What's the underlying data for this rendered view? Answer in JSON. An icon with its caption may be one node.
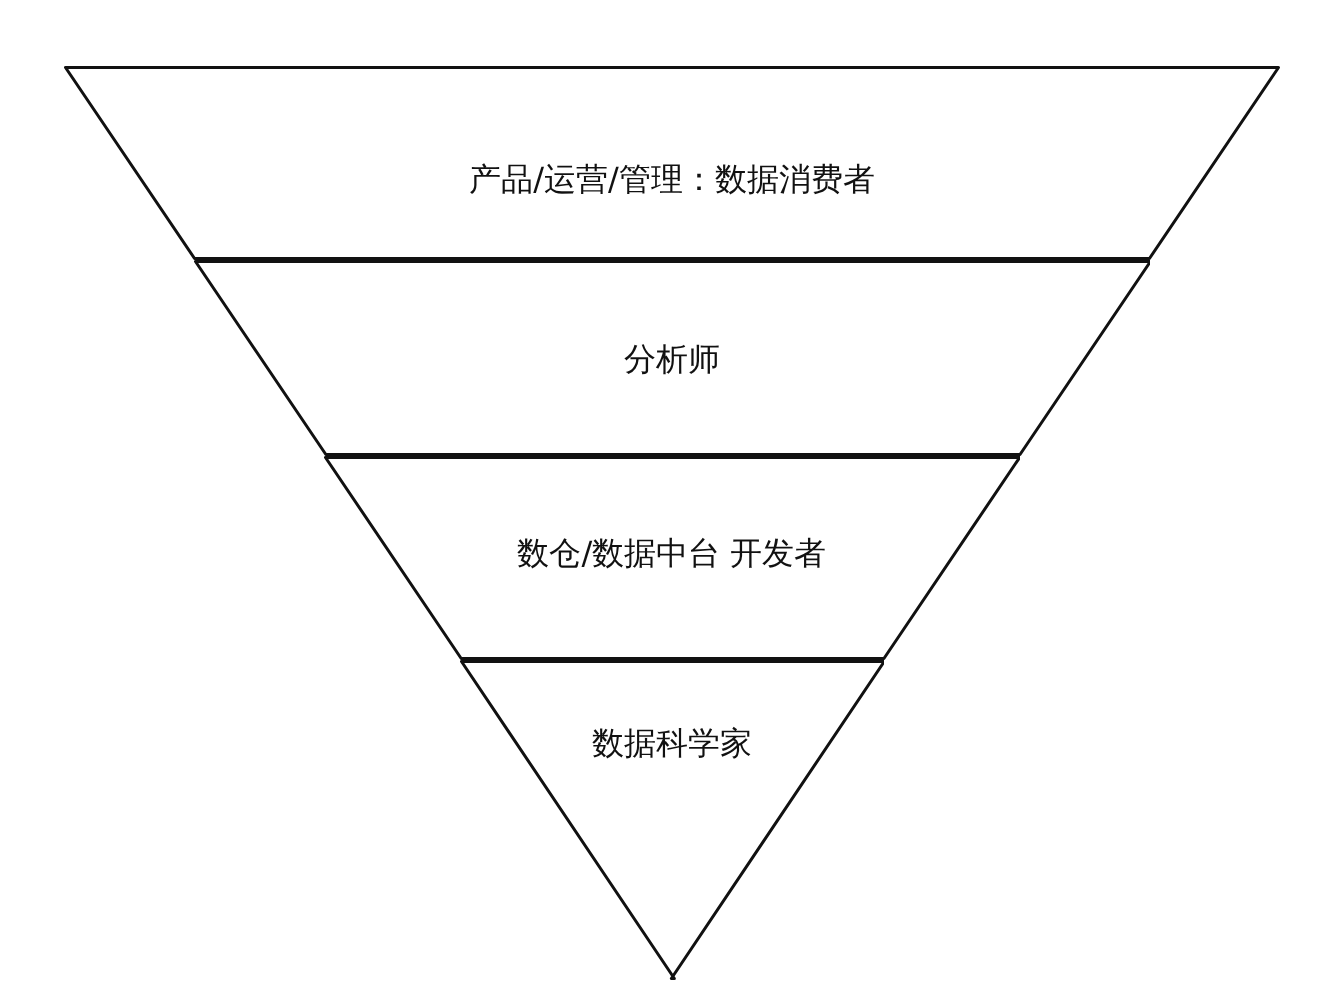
{
  "diagram": {
    "nodes": [
      {
        "text": [
          "产品/运营/管理：数据消费者"
        ]
      },
      {
        "text": [
          "分析师"
        ]
      },
      {
        "text": [
          "数仓/数据中台 开发者"
        ]
      },
      {
        "text": [
          "数据科学家"
        ]
      }
    ]
  }
}
